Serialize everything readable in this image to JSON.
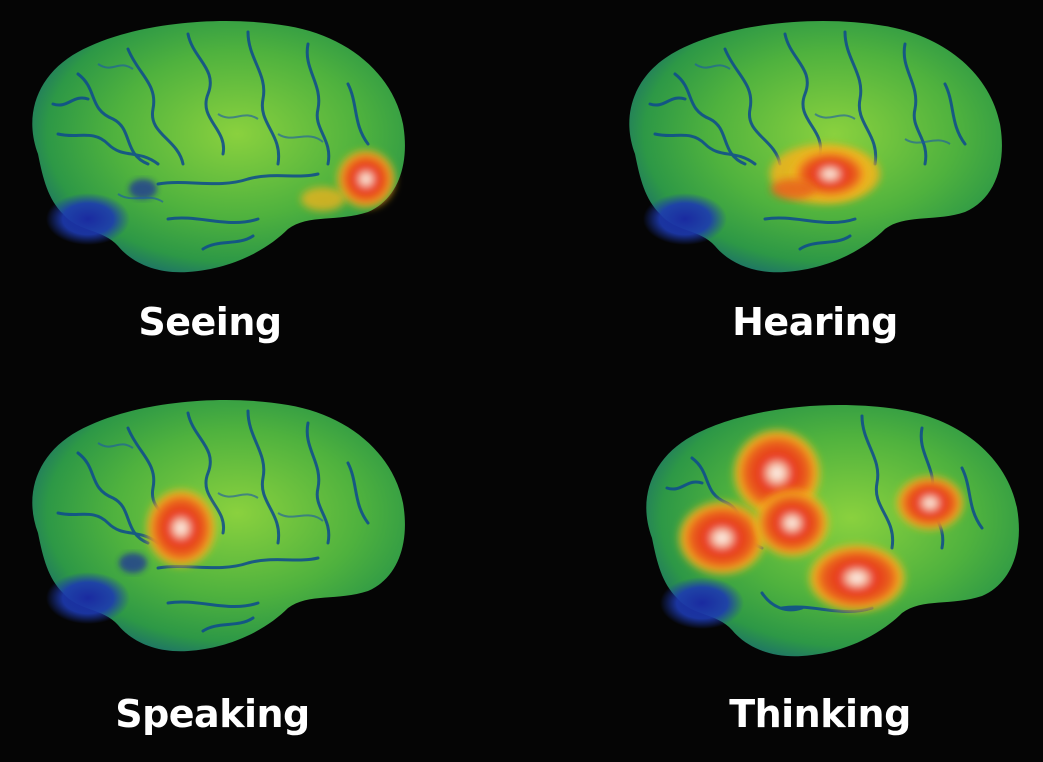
{
  "panels": [
    {
      "caption": "Seeing"
    },
    {
      "caption": "Hearing"
    },
    {
      "caption": "Speaking"
    },
    {
      "caption": "Thinking"
    }
  ],
  "colors": {
    "background": "#050505",
    "cortex_base": "#38a63d",
    "cortex_light": "#7ccf3c",
    "sulci": "#0b3f8a",
    "low_activity": "#1d2ea0",
    "activation_edge": "#f5b21c",
    "activation_core": "#e8241a",
    "activation_peak": "#ffffff",
    "caption": "#ffffff"
  }
}
